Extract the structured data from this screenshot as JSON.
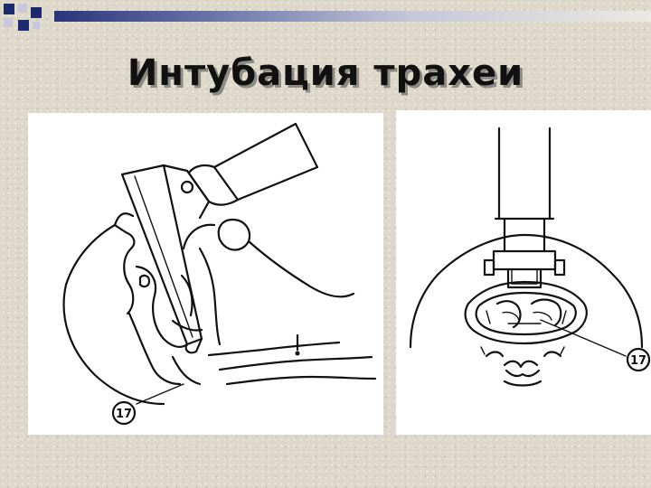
{
  "slide": {
    "title": "Интубация трахеи"
  },
  "figure_left": {
    "callout_label": "17"
  },
  "figure_right": {
    "callout_label": "17"
  }
}
